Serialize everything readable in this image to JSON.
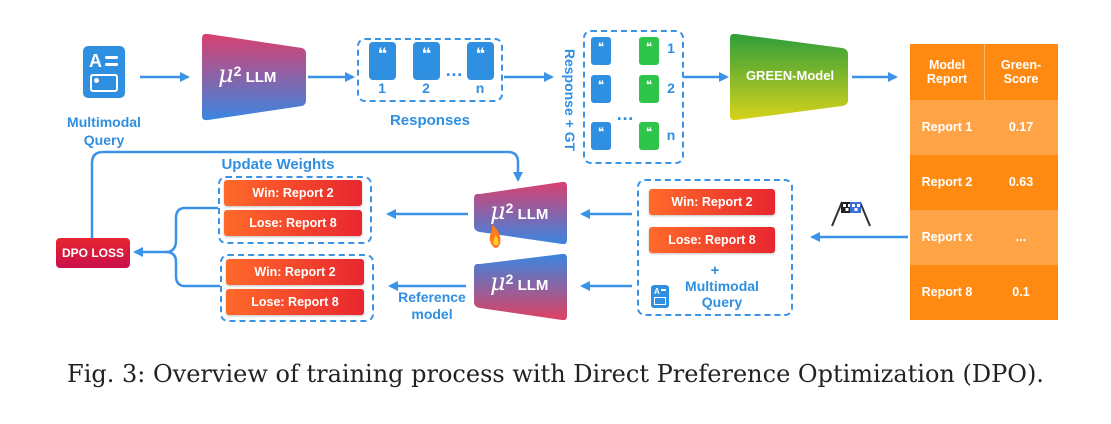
{
  "query_label_1": "Multimodal",
  "query_label_2": "Query",
  "llm_label": "LLM",
  "llm_mu": "μ",
  "llm_sup": "2",
  "responses_label": "Responses",
  "response_numbers": [
    "1",
    "2",
    "n"
  ],
  "response_gt_label": "Response + GT",
  "gt_numbers": [
    "1",
    "2",
    "n"
  ],
  "green_model_label": "GREEN-Model",
  "table": {
    "headers": [
      "Model Report",
      "Green-Score"
    ],
    "rows": [
      [
        "Report 1",
        "0.17"
      ],
      [
        "Report 2",
        "0.63"
      ],
      [
        "Report x",
        "..."
      ],
      [
        "Report 8",
        "0.1"
      ]
    ]
  },
  "update_weights": "Update Weights",
  "policy_win": "Win: Report 2",
  "policy_lose": "Lose: Report 8",
  "ref_win": "Win: Report 2",
  "ref_lose": "Lose: Report 8",
  "pref_win": "Win: Report 2",
  "pref_lose": "Lose: Report 8",
  "plus_label": "+",
  "pref_query_1": "Multimodal",
  "pref_query_2": "Query",
  "dpo_loss": "DPO LOSS",
  "reference_1": "Reference",
  "reference_2": "model",
  "caption": "Fig. 3: Overview of training process with Direct Preference Optimization (DPO).",
  "colors": {
    "blue": "#2f8fe0",
    "orange_header": "#ff8a12",
    "orange_light": "#ffa347",
    "green_doc": "#2fc54a"
  }
}
